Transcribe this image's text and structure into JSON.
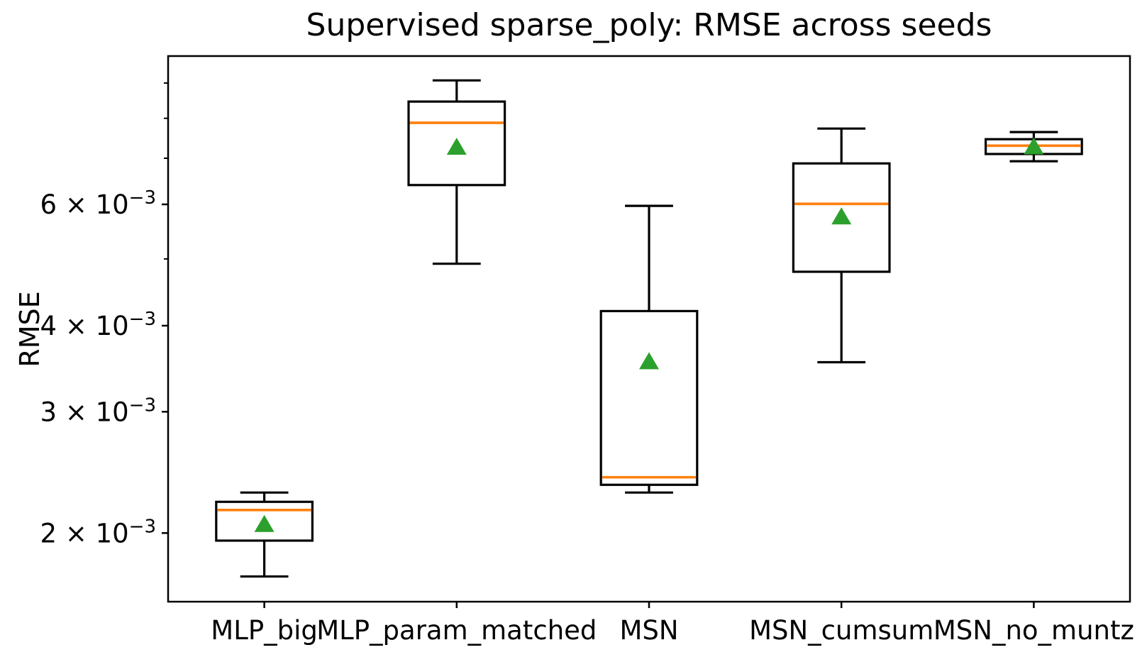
{
  "figure": {
    "background": "#ffffff"
  },
  "chart_data": {
    "type": "box",
    "title": "Supervised sparse_poly: RMSE across seeds",
    "xlabel": "",
    "ylabel": "RMSE",
    "yscale": "log",
    "ylim": [
      0.00159,
      0.00985
    ],
    "grid": false,
    "legend": null,
    "categories": [
      "MLP_big",
      "MLP_param_matched",
      "MSN",
      "MSN_cumsum",
      "MSN_no_muntz"
    ],
    "boxes": [
      {
        "label": "MLP_big",
        "whislo": 0.00173,
        "q1": 0.00195,
        "med": 0.00216,
        "q3": 0.00222,
        "whishi": 0.00229,
        "mean": 0.00206
      },
      {
        "label": "MLP_param_matched",
        "whislo": 0.00492,
        "q1": 0.0064,
        "med": 0.00788,
        "q3": 0.00846,
        "whishi": 0.00908,
        "mean": 0.00727
      },
      {
        "label": "MSN",
        "whislo": 0.00229,
        "q1": 0.00235,
        "med": 0.00241,
        "q3": 0.0042,
        "whishi": 0.00597,
        "mean": 0.00355
      },
      {
        "label": "MSN_cumsum",
        "whislo": 0.00354,
        "q1": 0.00479,
        "med": 0.00601,
        "q3": 0.00688,
        "whishi": 0.00773,
        "mean": 0.00576
      },
      {
        "label": "MSN_no_muntz",
        "whislo": 0.00693,
        "q1": 0.0071,
        "med": 0.0073,
        "q3": 0.00746,
        "whishi": 0.00764,
        "mean": 0.00728
      }
    ],
    "yticks_major": [
      {
        "value": 0.006,
        "coeff": "6",
        "base": "10",
        "exp": "−3"
      },
      {
        "value": 0.004,
        "coeff": "4",
        "base": "10",
        "exp": "−3"
      },
      {
        "value": 0.003,
        "coeff": "3",
        "base": "10",
        "exp": "−3"
      },
      {
        "value": 0.002,
        "coeff": "2",
        "base": "10",
        "exp": "−3"
      }
    ],
    "yticks_minor": [
      0.009,
      0.008,
      0.007,
      0.005
    ],
    "mean_marker": "triangle_up",
    "colors": {
      "box_line": "#000000",
      "whisker": "#000000",
      "median": "#ff7f0e",
      "mean": "#2ca02c",
      "text": "#000000",
      "background": "#ffffff"
    }
  }
}
